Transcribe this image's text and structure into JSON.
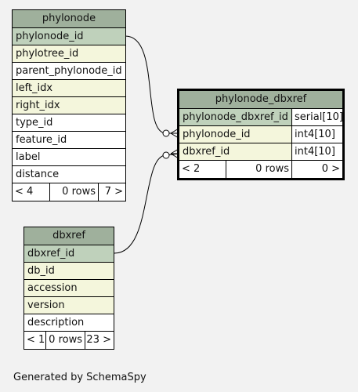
{
  "tables": {
    "phylonode": {
      "name": "phylonode",
      "columns": [
        {
          "name": "phylonode_id",
          "kind": "pk"
        },
        {
          "name": "phylotree_id",
          "kind": "fk"
        },
        {
          "name": "parent_phylonode_id",
          "kind": "plain"
        },
        {
          "name": "left_idx",
          "kind": "fk"
        },
        {
          "name": "right_idx",
          "kind": "fk"
        },
        {
          "name": "type_id",
          "kind": "plain"
        },
        {
          "name": "feature_id",
          "kind": "plain"
        },
        {
          "name": "label",
          "kind": "plain"
        },
        {
          "name": "distance",
          "kind": "plain"
        }
      ],
      "footer": {
        "parents": "< 4",
        "rows": "0 rows",
        "children": "7 >"
      }
    },
    "phylonode_dbxref": {
      "name": "phylonode_dbxref",
      "columns": [
        {
          "name": "phylonode_dbxref_id",
          "type": "serial[10]",
          "kind": "pk"
        },
        {
          "name": "phylonode_id",
          "type": "int4[10]",
          "kind": "fk"
        },
        {
          "name": "dbxref_id",
          "type": "int4[10]",
          "kind": "fk"
        }
      ],
      "footer": {
        "parents": "< 2",
        "rows": "0 rows",
        "children": "0 >"
      }
    },
    "dbxref": {
      "name": "dbxref",
      "columns": [
        {
          "name": "dbxref_id",
          "kind": "pk"
        },
        {
          "name": "db_id",
          "kind": "fk"
        },
        {
          "name": "accession",
          "kind": "fk"
        },
        {
          "name": "version",
          "kind": "fk"
        },
        {
          "name": "description",
          "kind": "plain"
        }
      ],
      "footer": {
        "parents": "< 1",
        "rows": "0 rows",
        "children": "23 >"
      }
    }
  },
  "footer_note": "Generated by SchemaSpy",
  "colors": {
    "header": "#9fb09c",
    "primary_key": "#bfd1bb",
    "foreign_key": "#f4f6dc",
    "background": "#f2f2f2"
  }
}
